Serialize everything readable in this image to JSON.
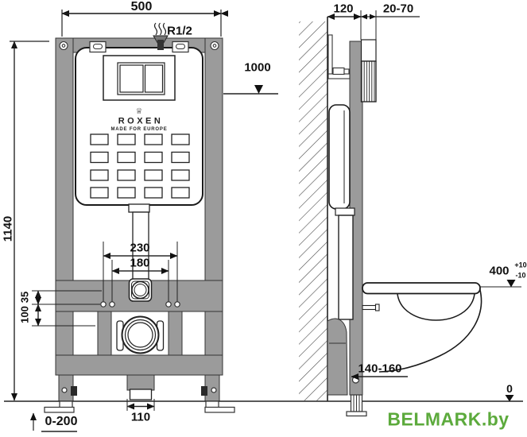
{
  "title": "Wall-hung WC installation frame technical drawing",
  "brand": {
    "crown_icon": "♕",
    "name": "ROXEN",
    "tagline": "MADE FOR EUROPE"
  },
  "watermark": {
    "text": "BELMARK.by",
    "color": "#5caa3c"
  },
  "front_view": {
    "frame_width": "500",
    "inlet_thread": "R1/2",
    "button_level": "1000",
    "frame_height": "1140",
    "fixing_span_outer": "230",
    "fixing_span_inner": "180",
    "offset_small": "35",
    "offset_large": "100",
    "drain_outlet_width": "110",
    "foot_adjust_range": "0-200"
  },
  "side_view": {
    "frame_depth": "120",
    "plate_clearance": "20-70",
    "bowl_height": "400",
    "bowl_tol_plus": "+10",
    "bowl_tol_minus": "-10",
    "drain_height_range": "140-160",
    "floor_level": "0"
  },
  "colors": {
    "frame_gray": "#9b9b9b",
    "line": "#1a1a1a",
    "watermark_green": "#5caa3c"
  }
}
